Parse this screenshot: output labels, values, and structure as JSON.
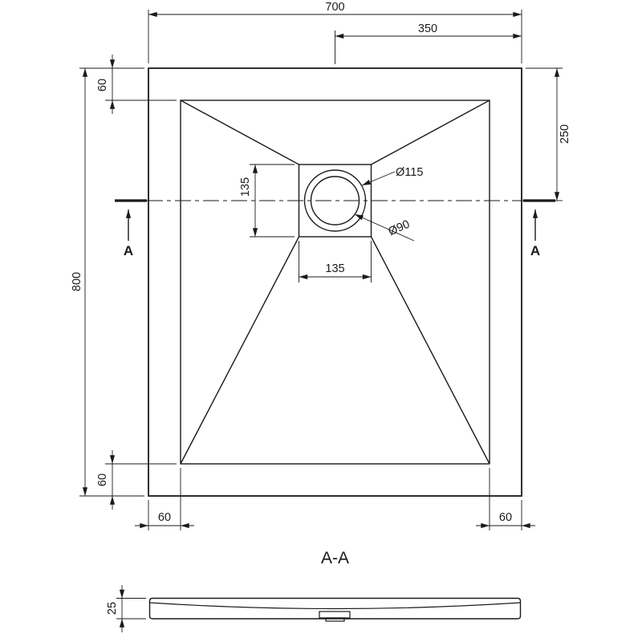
{
  "labels": {
    "overall_width": "700",
    "half_width": "350",
    "overall_height": "800",
    "top_border": "60",
    "bottom_border": "60",
    "bottom_left_border": "60",
    "bottom_right_border": "60",
    "drain_offset_top": "250",
    "drain_field_height": "135",
    "drain_field_width": "135",
    "drain_diameter_outer": "Ø115",
    "drain_diameter_inner": "Ø90",
    "cut_letter_left": "A",
    "cut_letter_right": "A",
    "section_title": "A-A",
    "thickness": "25"
  },
  "colors": {
    "line": "#1a1a1a",
    "background": "#ffffff"
  }
}
